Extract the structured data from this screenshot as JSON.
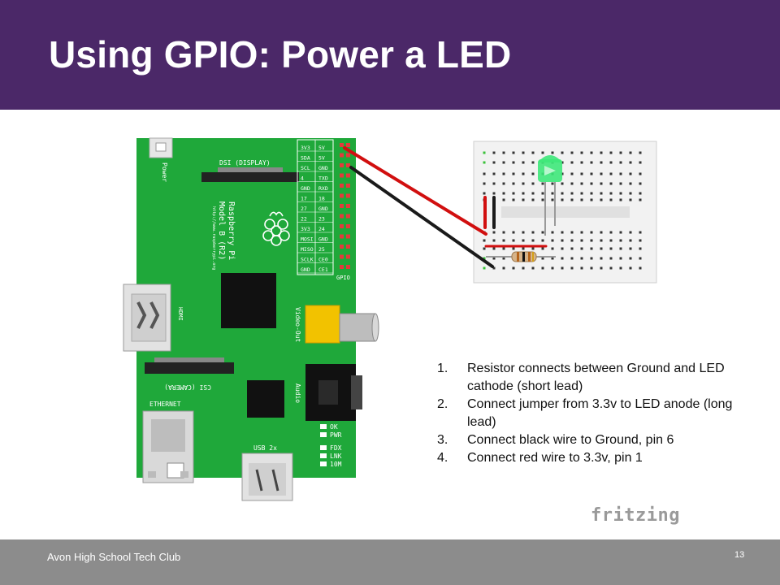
{
  "slide": {
    "title": "Using GPIO: Power a LED",
    "footer": "Avon High School Tech Club",
    "page_number": "13"
  },
  "board": {
    "power_label": "Power",
    "dsi_label": "DSI (DISPLAY)",
    "model_name": "Raspberry Pi",
    "model_rev": "Model B (R2)",
    "url": "http://www.raspberrypi.org",
    "hdmi_label": "HDMI",
    "csi_label": "CSI (CAMERA)",
    "ethernet_label": "ETHERNET",
    "usb_label": "USB 2x",
    "video_label": "Video-Out",
    "audio_label": "Audio",
    "gpio_label": "GPIO",
    "gpio_pins_left": [
      "3V3",
      "SDA",
      "SCL",
      "4",
      "GND",
      "17",
      "27",
      "22",
      "3V3",
      "MOSI",
      "MISO",
      "SCLK",
      "GND"
    ],
    "gpio_pins_right": [
      "5V",
      "5V",
      "GND",
      "TXD",
      "RXD",
      "18",
      "GND",
      "23",
      "24",
      "GND",
      "25",
      "CE0",
      "CE1"
    ],
    "leds": [
      "OK",
      "PWR",
      "FDX",
      "LNK",
      "10M"
    ]
  },
  "steps": [
    {
      "num": "1.",
      "text": "Resistor connects between Ground and LED cathode (short lead)"
    },
    {
      "num": "2.",
      "text": "Connect jumper from 3.3v to LED anode (long lead)"
    },
    {
      "num": "3.",
      "text": "Connect black wire to Ground, pin 6"
    },
    {
      "num": "4.",
      "text": "Connect red wire to 3.3v, pin 1"
    }
  ],
  "brand": "fritzing",
  "colors": {
    "header": "#4b2868",
    "footer": "#8c8c8c",
    "pcb": "#1fa83a",
    "red_wire": "#d10f0f",
    "black_wire": "#1a1a1a",
    "led": "#3ee87a"
  }
}
